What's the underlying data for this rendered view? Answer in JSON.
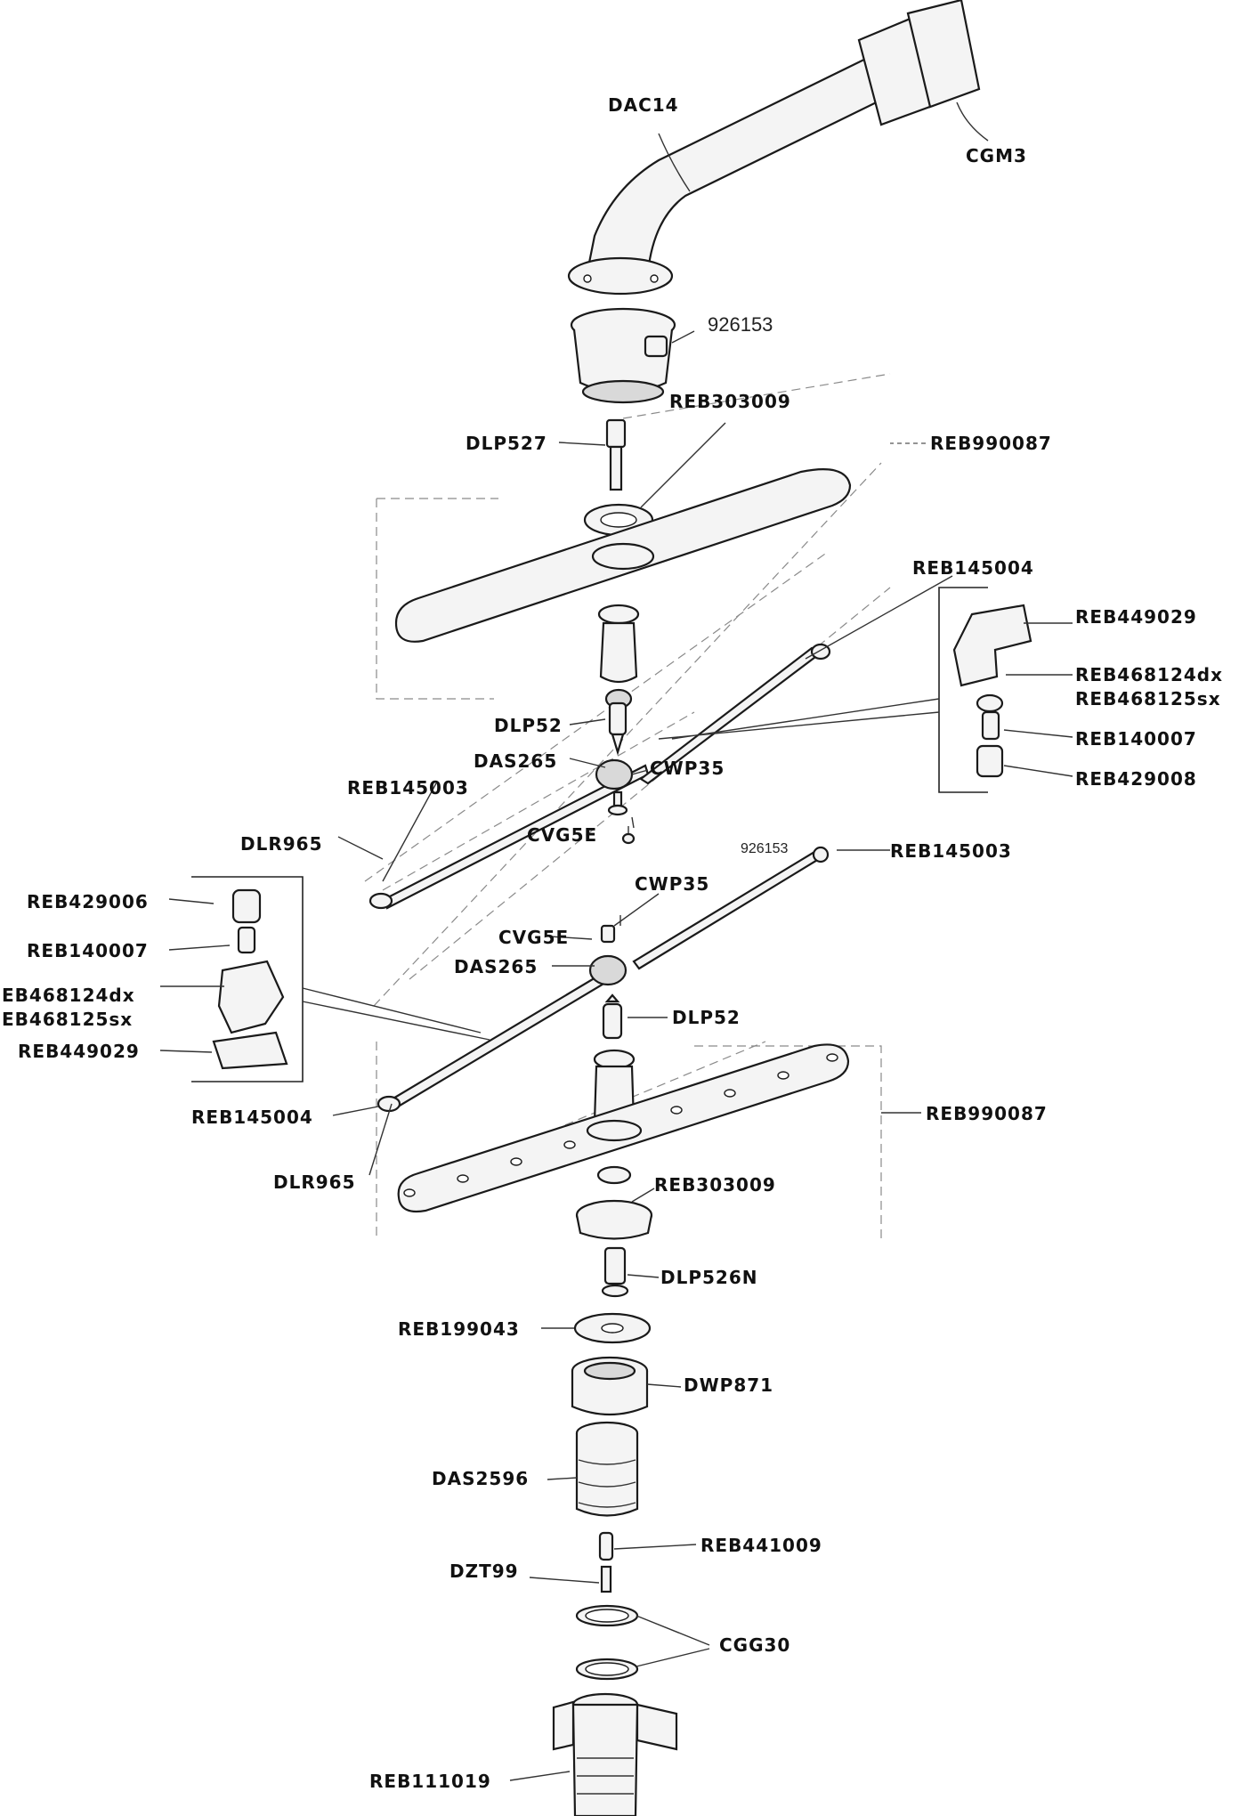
{
  "labels": {
    "dac14": "DAC14",
    "cgm3": "CGM3",
    "top_926153": "926153",
    "reb303009_top": "REB303009",
    "dlp527": "DLP527",
    "reb990087_top": "REB990087",
    "reb145004_top": "REB145004",
    "reb449029_right": "REB449029",
    "reb468124dx_right": "REB468124dx",
    "reb468125sx_right": "REB468125sx",
    "reb140007_right": "REB140007",
    "reb429008_right": "REB429008",
    "dlp52_top": "DLP52",
    "das265_top": "DAS265",
    "cwp35_top": "CWP35",
    "reb145003_top": "REB145003",
    "cvg5e_top": "CVG5E",
    "dlr965_top": "DLR965",
    "mid_926153": "926153",
    "reb145003_right": "REB145003",
    "reb429006_left": "REB429006",
    "reb140007_left": "REB140007",
    "reb468124dx_left": "EB468124dx",
    "reb468125sx_left": "EB468125sx",
    "reb449029_left": "REB449029",
    "cwp35_bottom": "CWP35",
    "cvg5e_bottom": "CVG5E",
    "das265_bottom": "DAS265",
    "dlp52_bottom": "DLP52",
    "reb145004_bottom": "REB145004",
    "reb990087_bottom": "REB990087",
    "dlr965_bottom": "DLR965",
    "reb303009_bottom": "REB303009",
    "dlp526n": "DLP526N",
    "reb199043": "REB199043",
    "dwp871": "DWP871",
    "das2596": "DAS2596",
    "reb441009": "REB441009",
    "dzt99": "DZT99",
    "cgg30": "CGG30",
    "reb111019": "REB111019"
  }
}
